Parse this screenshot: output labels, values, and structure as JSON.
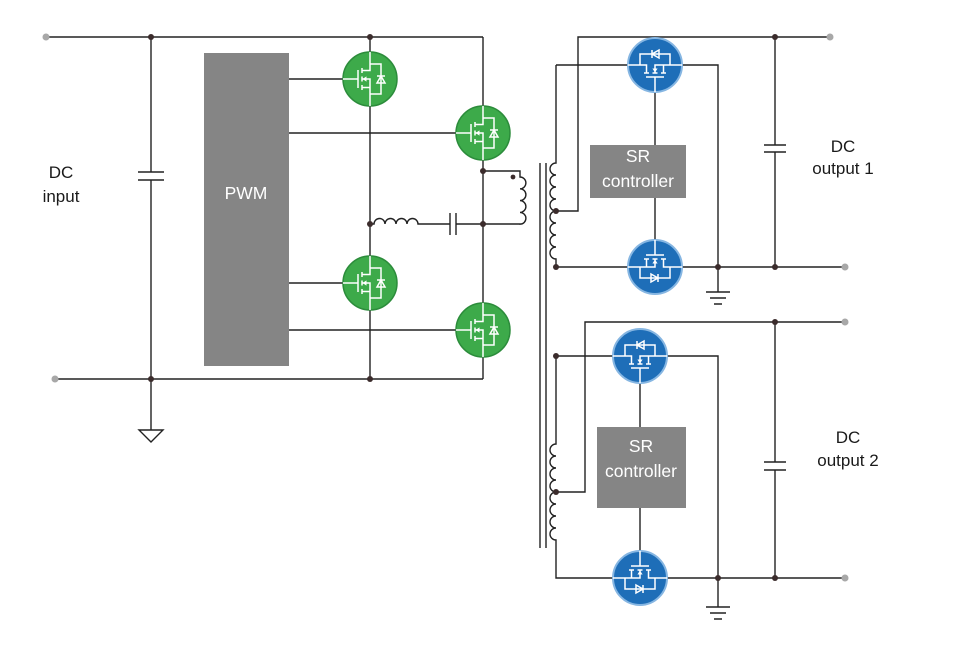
{
  "labels": {
    "input": {
      "line1": "DC",
      "line2": "input"
    },
    "pwm": "PWM",
    "sr_controller_1": {
      "line1": "SR",
      "line2": "controller"
    },
    "sr_controller_2": {
      "line1": "SR",
      "line2": "controller"
    },
    "output_1": {
      "line1": "DC",
      "line2": "output 1"
    },
    "output_2": {
      "line1": "DC",
      "line2": "output 2"
    }
  },
  "colors": {
    "primary_mosfet": "#3daa4a",
    "rectifier_mosfet": "#1e6eb8",
    "controller_block": "#858585"
  }
}
